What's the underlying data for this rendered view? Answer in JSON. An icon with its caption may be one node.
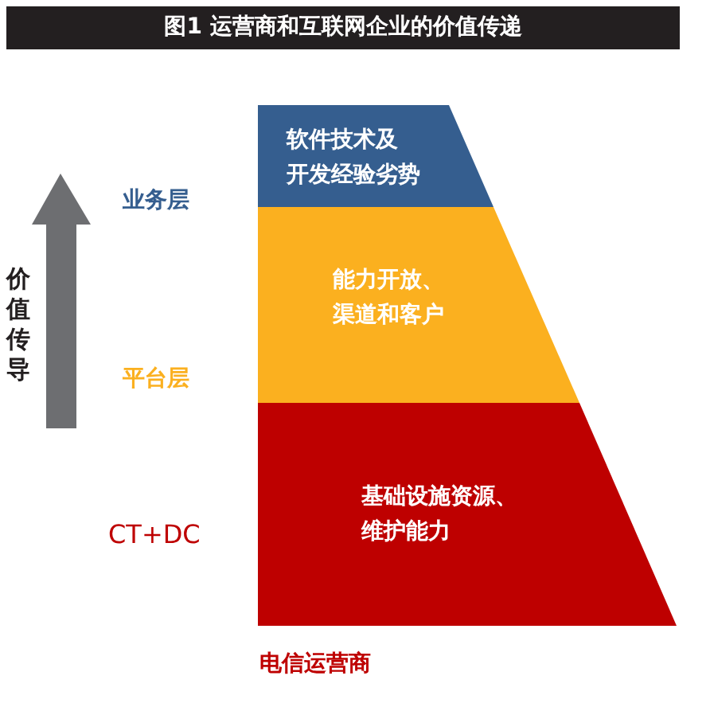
{
  "diagram": {
    "title": "图1 运营商和互联网企业的价值传递",
    "nodes": [
      {
        "text": [
          "软件技术及开发经验劣势"
        ]
      },
      {
        "text": [
          "能力开放、渠道和客户"
        ]
      },
      {
        "text": [
          "基础设施资源、维护能力"
        ]
      }
    ],
    "edges": [],
    "labels": [
      "业务层",
      "价值传导",
      "平台层",
      "CT+DC",
      "电信运营商"
    ]
  }
}
